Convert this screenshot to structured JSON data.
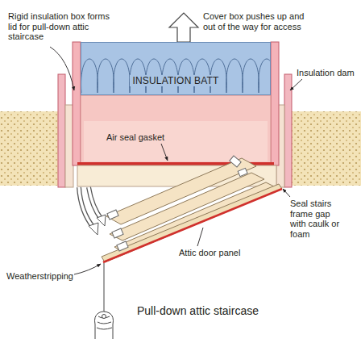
{
  "diagram": {
    "nodes": [
      {
        "text": [
          "INSULATION BATT"
        ]
      }
    ],
    "labels": [
      "Rigid insulation box forms lid for pull-down attic staircase",
      "Cover box pushes up and out of the way for access",
      "Insulation dam",
      "Air seal gasket",
      "Seal stairs frame gap with caulk or foam",
      "Attic door panel",
      "Weatherstripping",
      "Pull-down attic staircase"
    ]
  }
}
